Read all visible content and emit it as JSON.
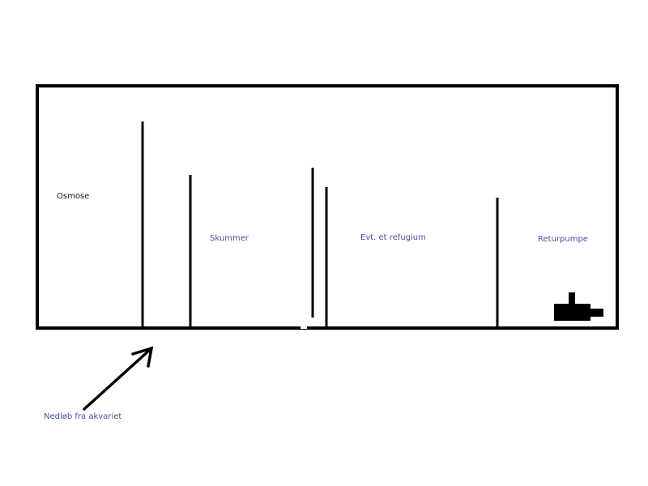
{
  "labels": {
    "osmose": "Osmose",
    "skummer": "Skummer",
    "refugium": "Evt. et refugium",
    "returpumpe": "Returpumpe",
    "nedlob": "Nedløb fra akvariet"
  },
  "colors": {
    "line": "#000000",
    "label_blue": "#4b4f9c",
    "label_black": "#111111"
  }
}
